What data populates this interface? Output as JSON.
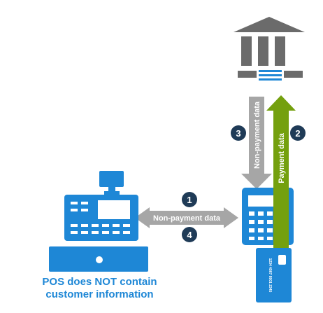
{
  "colors": {
    "blue": "#1e87d6",
    "grey_icon": "#6b6b6b",
    "grey_arrow": "#a6a6a6",
    "green": "#74a00e",
    "step_badge": "#1f3b57",
    "white": "#ffffff"
  },
  "icons": {
    "bank": "bank-icon",
    "pos": "cash-register-icon",
    "terminal": "payment-terminal-icon",
    "card": "credit-card-icon"
  },
  "steps": {
    "one": "1",
    "two": "2",
    "three": "3",
    "four": "4"
  },
  "arrows": {
    "horizontal_label": "Non-payment data",
    "down_label": "Non-payment data",
    "up_label": "Payment data"
  },
  "card": {
    "number": "1234 4567 8901 2345"
  },
  "caption": {
    "line1": "POS does NOT contain",
    "line2": "customer information"
  }
}
